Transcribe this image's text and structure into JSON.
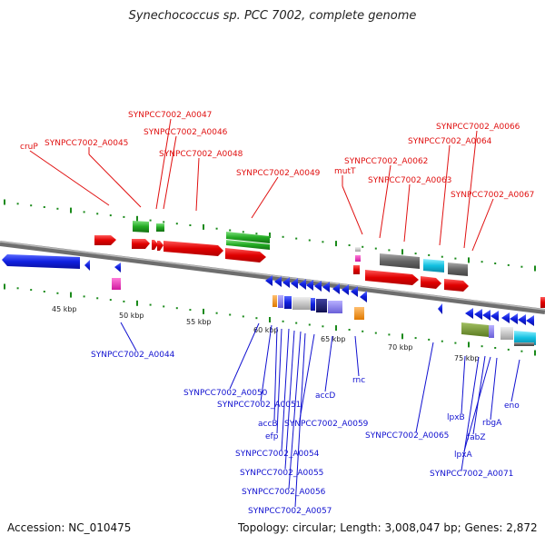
{
  "title": "Synechococcus sp. PCC 7002, complete genome",
  "accession": "Accession: NC_010475",
  "summary": "Topology: circular; Length: 3,008,047 bp; Genes: 2,872",
  "ruler": [
    "45 kbp",
    "50 kbp",
    "55 kbp",
    "60 kbp",
    "65 kbp",
    "70 kbp",
    "75 kbp"
  ],
  "colors": {
    "forward_label": "#e01010",
    "reverse_label": "#1010d0",
    "backbone": "#8a8a8a",
    "tick": "#1a8a1a"
  },
  "labels_top": [
    "cruP",
    "SYNPCC7002_A0045",
    "SYNPCC7002_A0047",
    "SYNPCC7002_A0046",
    "SYNPCC7002_A0048",
    "SYNPCC7002_A0049",
    "mutT",
    "SYNPCC7002_A0062",
    "SYNPCC7002_A0063",
    "SYNPCC7002_A0064",
    "SYNPCC7002_A0066",
    "SYNPCC7002_A0067"
  ],
  "labels_bottom": [
    "SYNPCC7002_A0044",
    "SYNPCC7002_A0050",
    "SYNPCC7002_A0051",
    "accB",
    "efp",
    "SYNPCC7002_A0054",
    "SYNPCC7002_A0055",
    "SYNPCC7002_A0056",
    "SYNPCC7002_A0057",
    "SYNPCC7002_A0059",
    "accD",
    "rnc",
    "SYNPCC7002_A0065",
    "lpxB",
    "fabZ",
    "lpxA",
    "rbgA",
    "eno",
    "SYNPCC7002_A0071"
  ]
}
